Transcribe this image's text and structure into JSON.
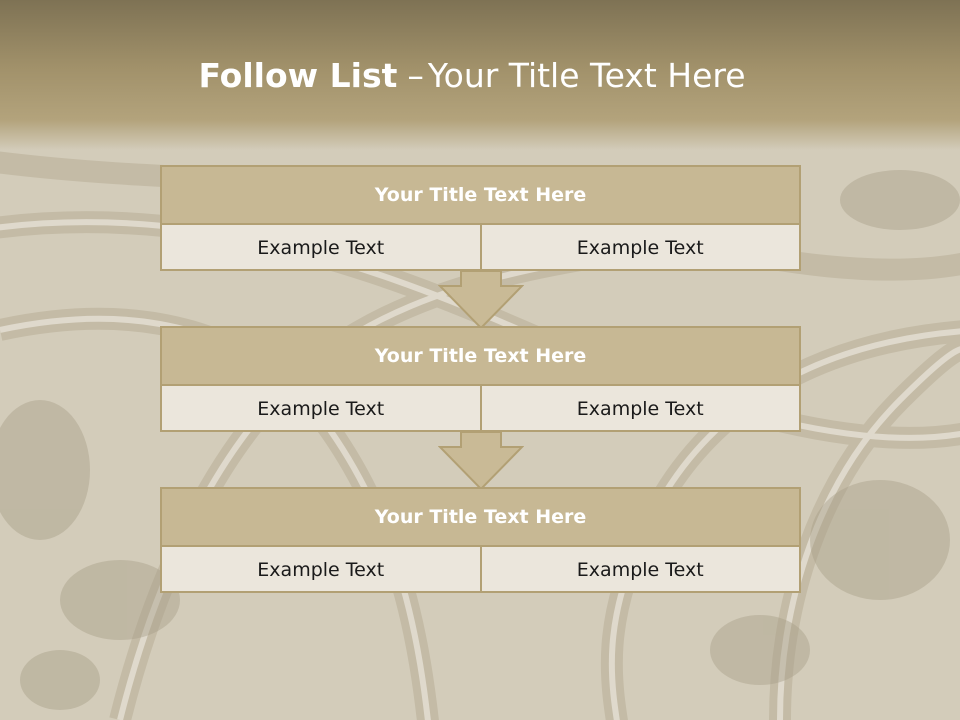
{
  "slide": {
    "title_bold": "Follow List",
    "title_dash": "–",
    "title_rest": "Your Title Text Here"
  },
  "blocks": [
    {
      "title": "Your Title Text Here",
      "cells": [
        "Example Text",
        "Example Text"
      ]
    },
    {
      "title": "Your Title Text Here",
      "cells": [
        "Example Text",
        "Example Text"
      ]
    },
    {
      "title": "Your Title Text Here",
      "cells": [
        "Example Text",
        "Example Text"
      ]
    }
  ],
  "colors": {
    "header": "#a1916a",
    "block_title": "#c7b894",
    "block_border": "#b2a074",
    "block_cell": "#ebe6dc",
    "arrow_fill": "#c9ba96"
  },
  "icons": [
    "down-arrow-icon",
    "down-arrow-icon"
  ]
}
